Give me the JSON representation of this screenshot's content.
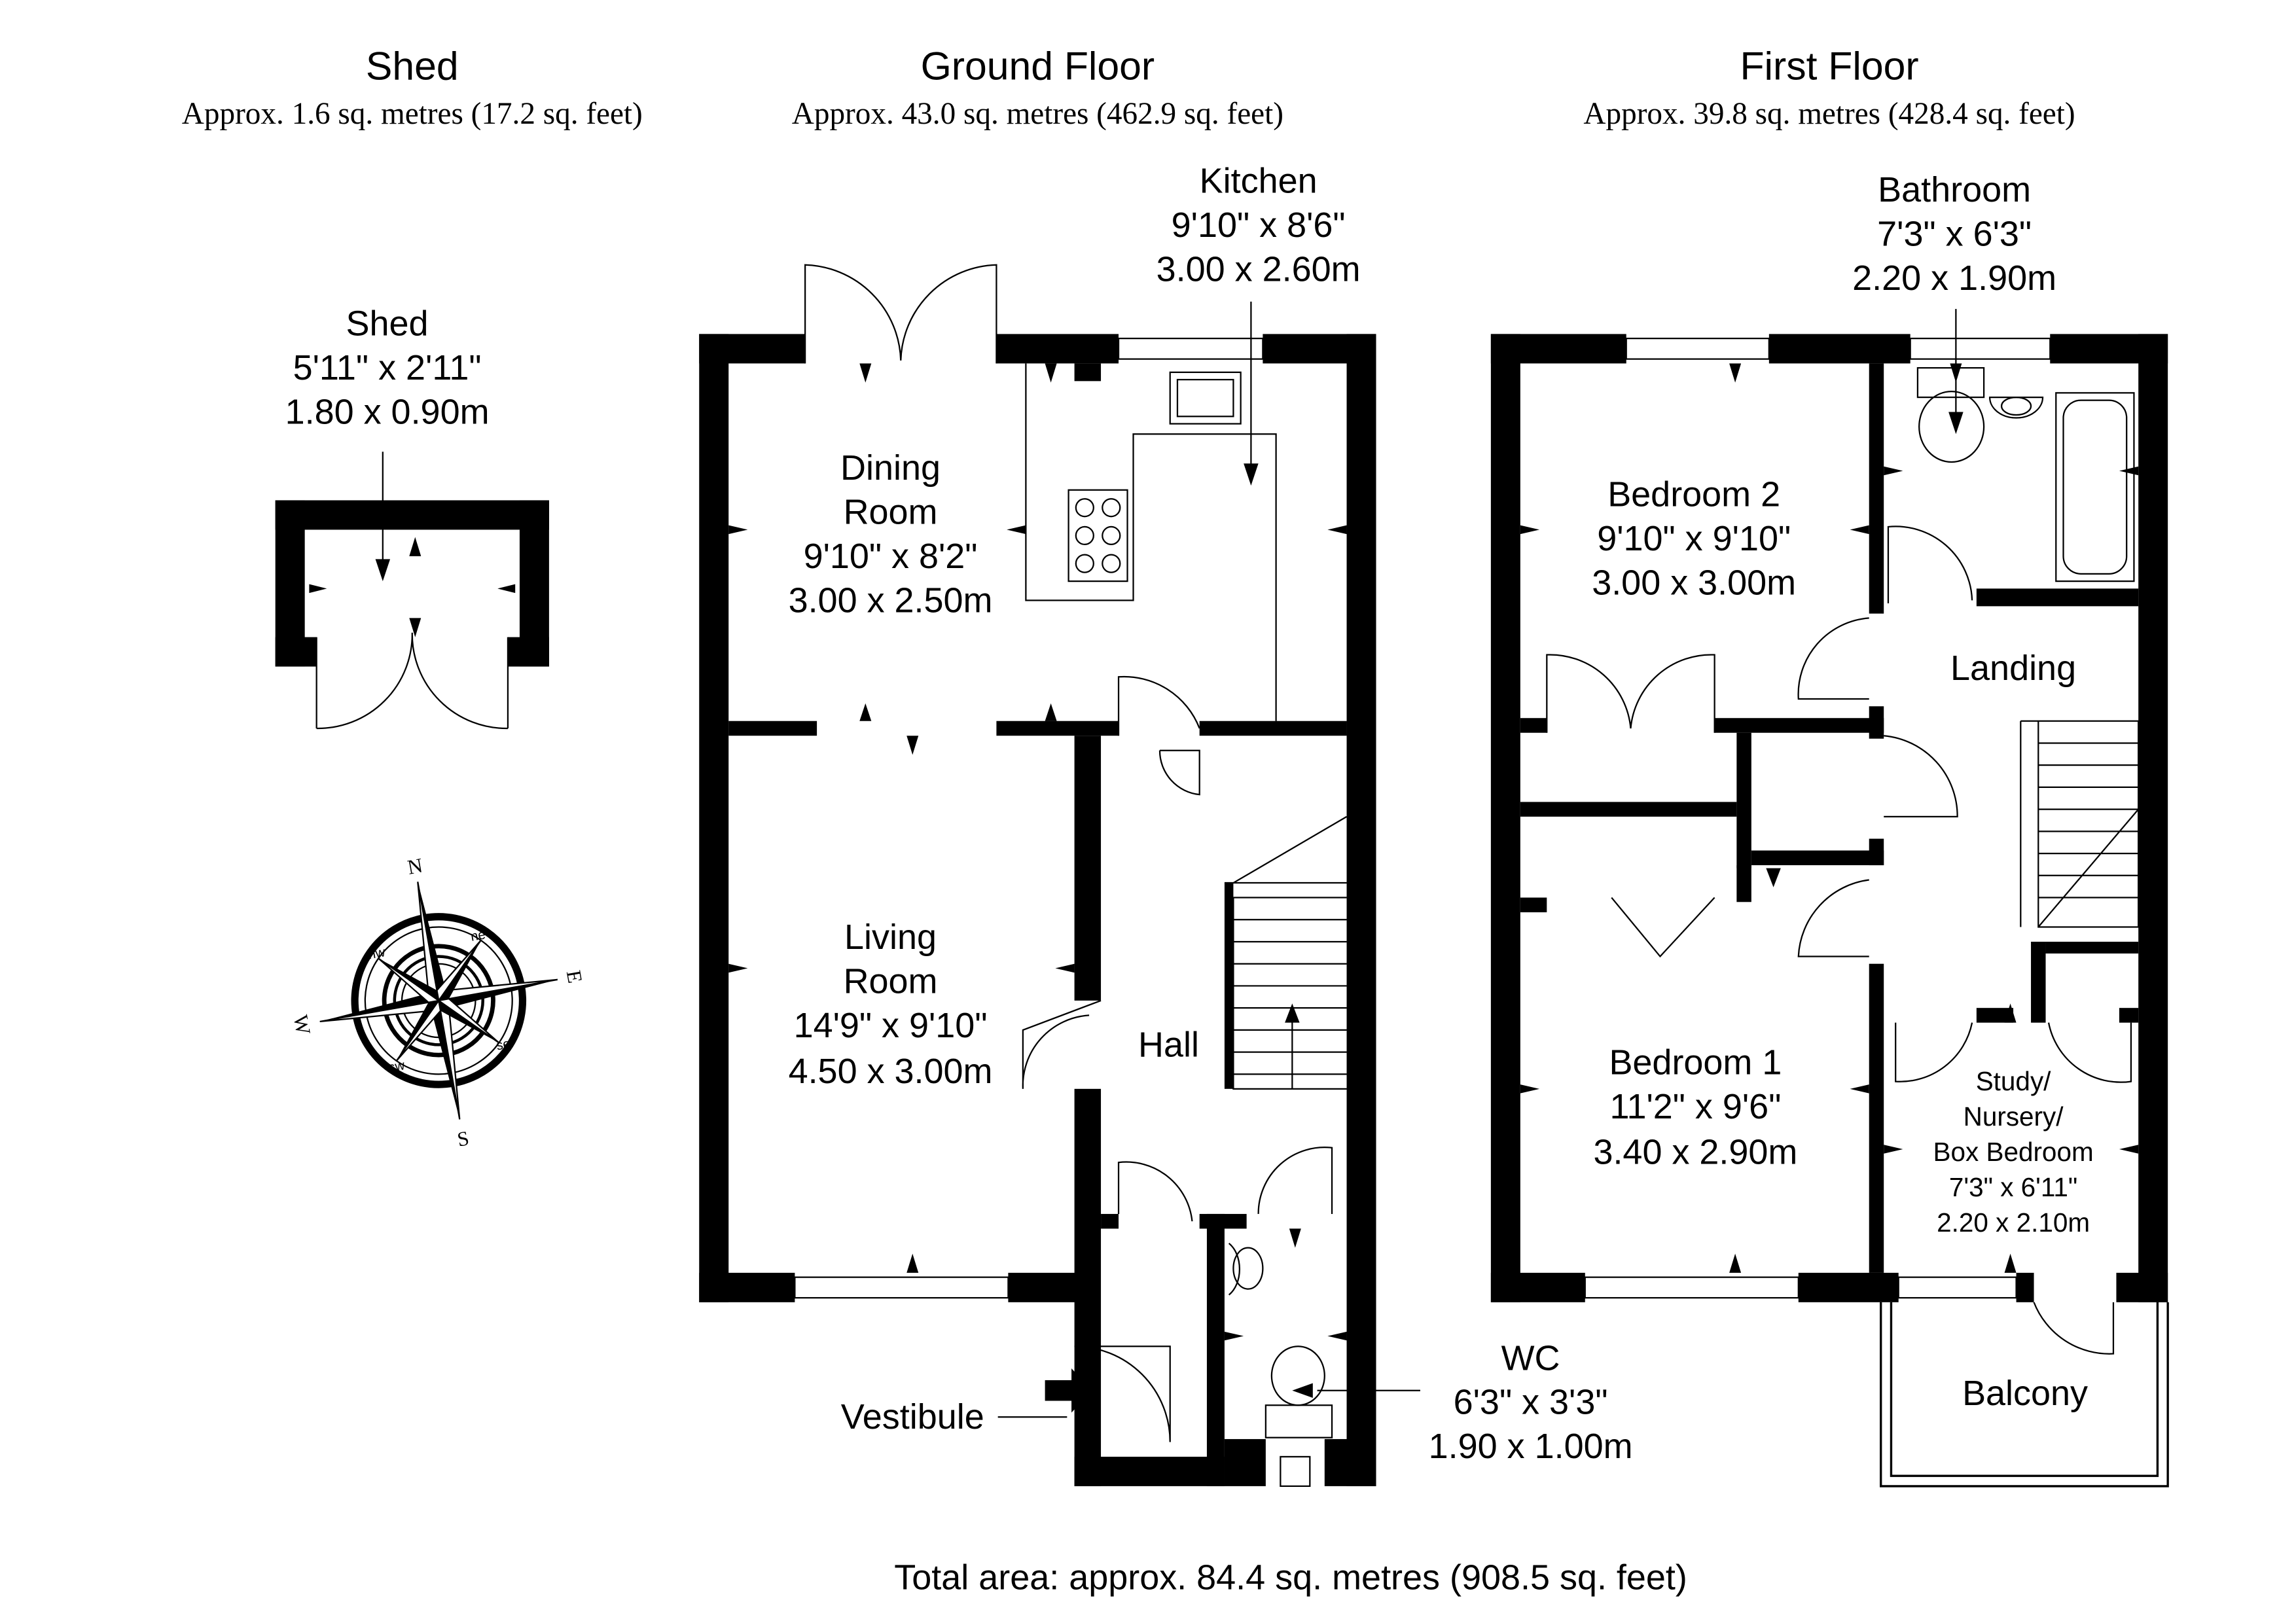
{
  "headers": {
    "shed": {
      "title": "Shed",
      "area": "Approx. 1.6 sq. metres (17.2 sq. feet)"
    },
    "ground": {
      "title": "Ground Floor",
      "area": "Approx. 43.0 sq. metres (462.9 sq. feet)"
    },
    "first": {
      "title": "First Floor",
      "area": "Approx. 39.8 sq. metres (428.4 sq. feet)"
    }
  },
  "rooms": {
    "shed": {
      "name": "Shed",
      "imperial": "5'11\" x 2'11\"",
      "metric": "1.80 x 0.90m"
    },
    "kitchen": {
      "name": "Kitchen",
      "imperial": "9'10\" x 8'6\"",
      "metric": "3.00 x 2.60m"
    },
    "dining": {
      "name1": "Dining",
      "name2": "Room",
      "imperial": "9'10\" x 8'2\"",
      "metric": "3.00 x 2.50m"
    },
    "living": {
      "name1": "Living",
      "name2": "Room",
      "imperial": "14'9\" x 9'10\"",
      "metric": "4.50 x 3.00m"
    },
    "hall": {
      "name": "Hall"
    },
    "vestibule": {
      "name": "Vestibule"
    },
    "wc": {
      "name": "WC",
      "imperial": "6'3\" x 3'3\"",
      "metric": "1.90 x 1.00m"
    },
    "bathroom": {
      "name": "Bathroom",
      "imperial": "7'3\" x 6'3\"",
      "metric": "2.20 x 1.90m"
    },
    "bedroom2": {
      "name": "Bedroom 2",
      "imperial": "9'10\" x 9'10\"",
      "metric": "3.00 x 3.00m"
    },
    "landing": {
      "name": "Landing"
    },
    "bedroom1": {
      "name": "Bedroom 1",
      "imperial": "11'2\" x 9'6\"",
      "metric": "3.40 x 2.90m"
    },
    "study": {
      "name1": "Study/",
      "name2": "Nursery/",
      "name3": "Box Bedroom",
      "imperial": "7'3\" x 6'11\"",
      "metric": "2.20 x 2.10m"
    },
    "balcony": {
      "name": "Balcony"
    }
  },
  "compass": {
    "n": "N",
    "e": "E",
    "s": "S",
    "w": "W",
    "ne": "ne",
    "nw": "nw",
    "se": "se",
    "sw": "sw"
  },
  "footer": {
    "total": "Total area: approx. 84.4 sq. metres (908.5 sq. feet)"
  }
}
